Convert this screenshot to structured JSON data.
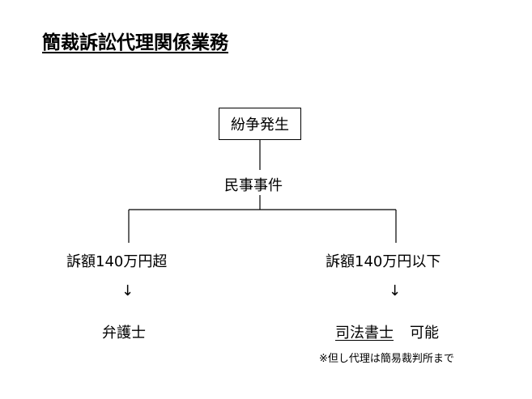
{
  "title": "簡裁訴訟代理関係業務",
  "root": "紛争発生",
  "civil": "民事事件",
  "branches": {
    "left": {
      "condition": "訴額140万円超",
      "arrow": "↓",
      "result": "弁護士"
    },
    "right": {
      "condition": "訴額140万円以下",
      "arrow": "↓",
      "result_underlined": "司法書士",
      "result_suffix": "可能",
      "note": "※但し代理は簡易裁判所まで"
    }
  }
}
